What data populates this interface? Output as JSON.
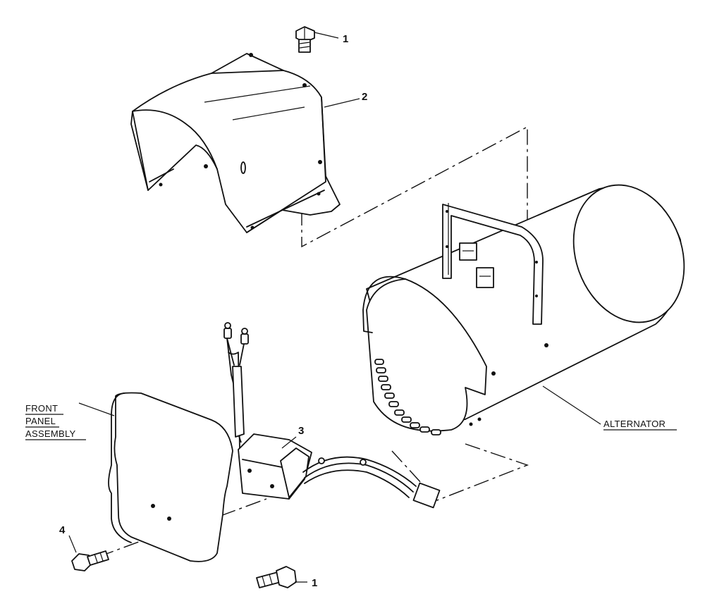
{
  "callouts": {
    "bolt_top": "1",
    "cover": "2",
    "regulator": "3",
    "screw_left": "4",
    "bolt_bottom": "1"
  },
  "labels": {
    "front_panel": [
      "FRONT",
      "PANEL",
      "ASSEMBLY"
    ],
    "alternator": "ALTERNATOR"
  }
}
